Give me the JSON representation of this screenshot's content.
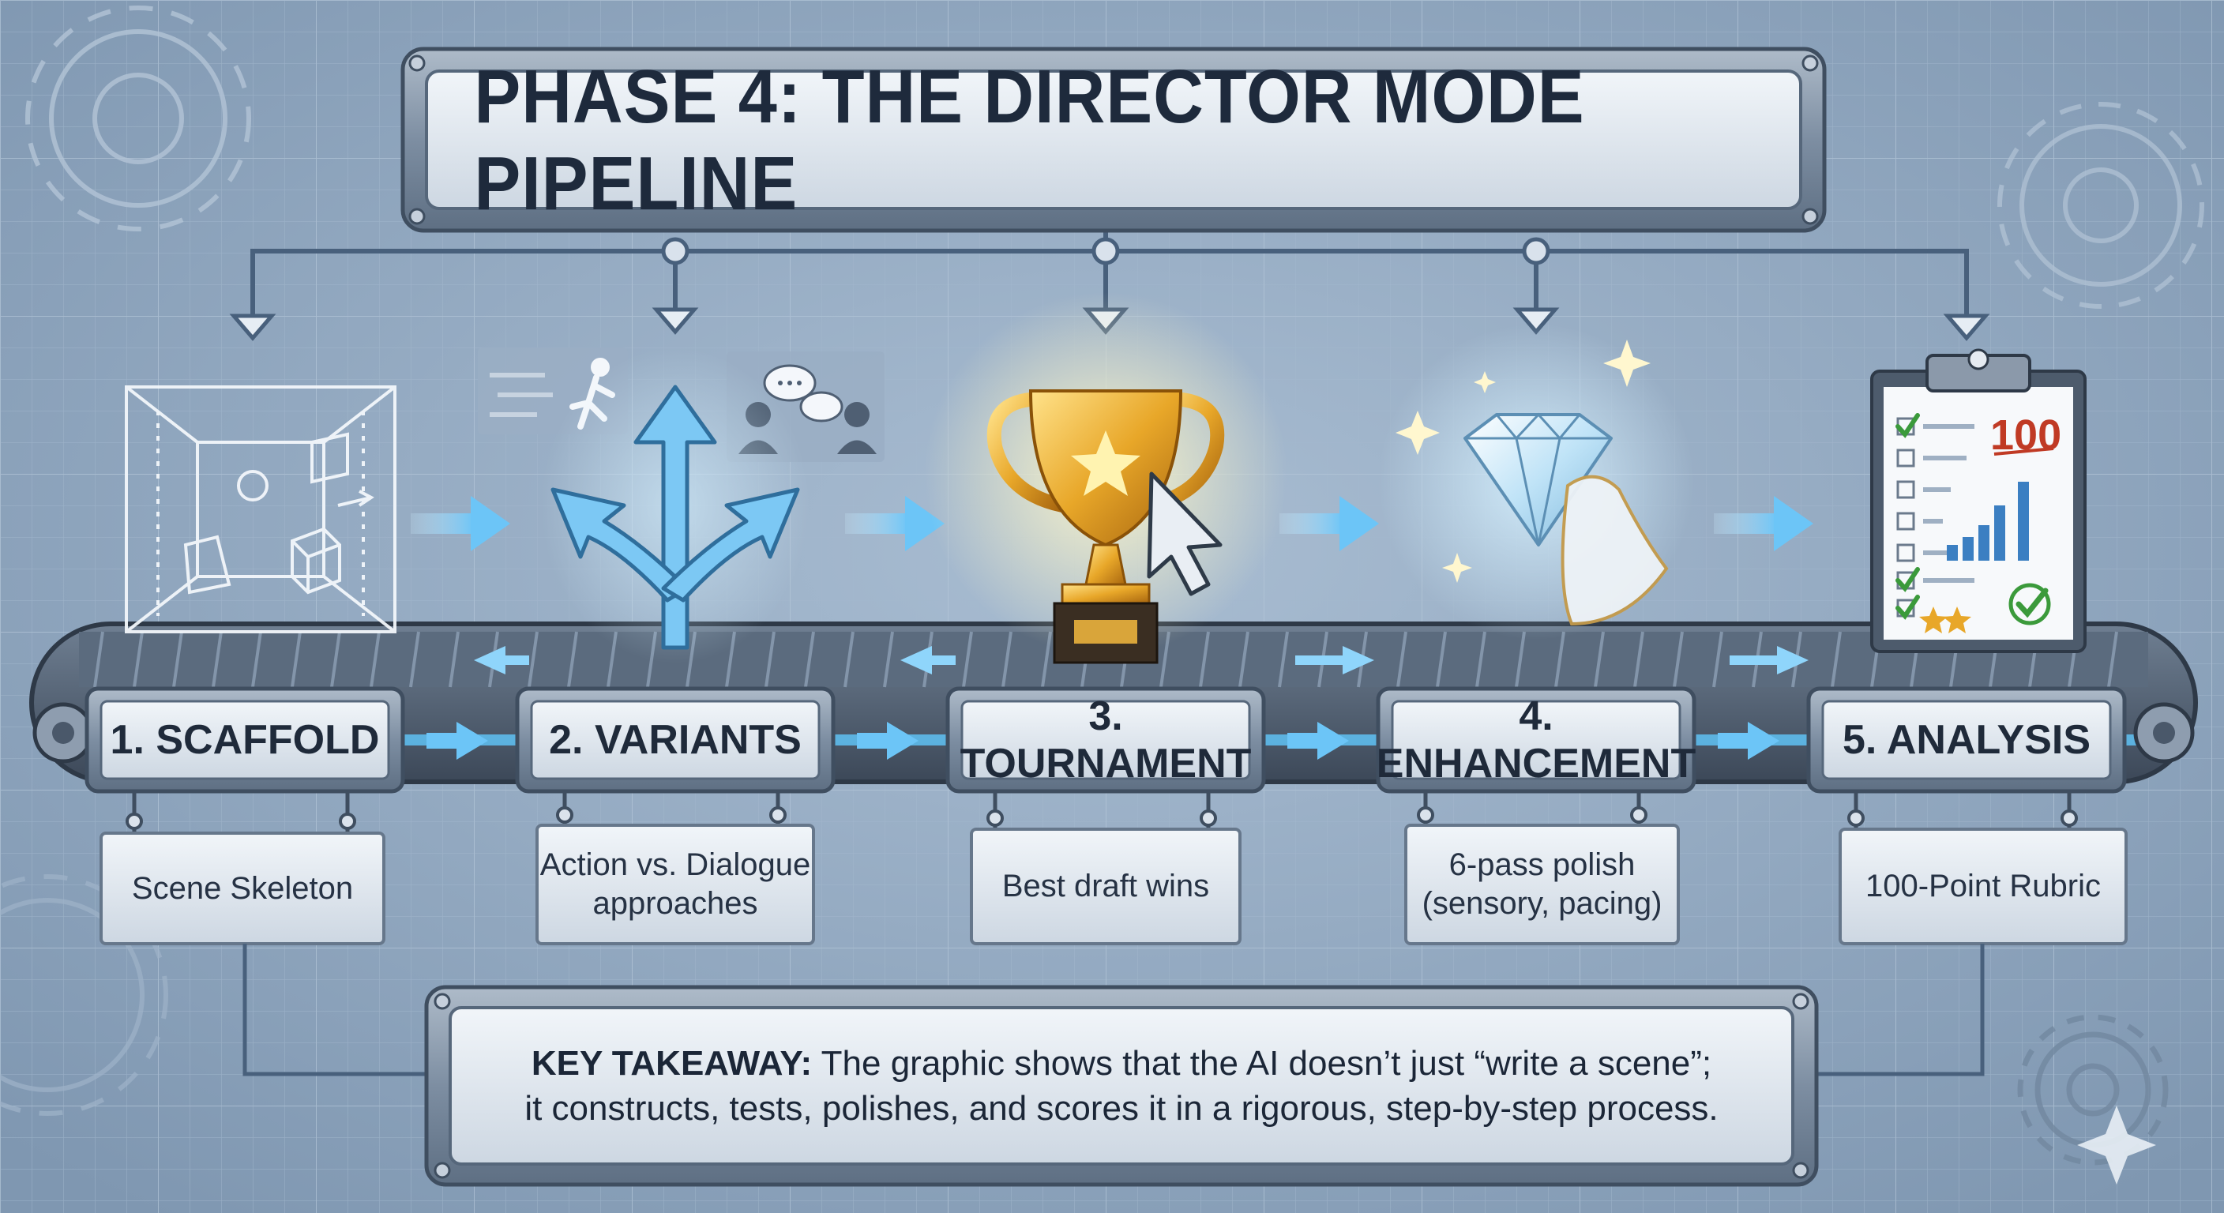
{
  "title": "PHASE 4: THE DIRECTOR MODE PIPELINE",
  "stages": [
    {
      "label": "1. SCAFFOLD",
      "description": [
        "Scene Skeleton"
      ],
      "icon": "wireframe-room-icon"
    },
    {
      "label": "2. VARIANTS",
      "description": [
        "Action vs. Dialogue",
        "approaches"
      ],
      "icon": "branching-arrows-icon"
    },
    {
      "label": "3. TOURNAMENT",
      "description": [
        "Best draft wins"
      ],
      "icon": "trophy-icon"
    },
    {
      "label": "4. ENHANCEMENT",
      "description": [
        "6-pass polish",
        "(sensory, pacing)"
      ],
      "icon": "diamond-icon"
    },
    {
      "label": "5. ANALYSIS",
      "description": [
        "100-Point Rubric"
      ],
      "icon": "clipboard-icon"
    }
  ],
  "clipboard_score": "100",
  "takeaway": {
    "label": "KEY TAKEAWAY:",
    "line1": " The graphic shows that the AI doesn’t just “write a scene”;",
    "line2": "it constructs, tests, polishes, and scores it in a rigorous, step-by-step process."
  },
  "colors": {
    "background": "#8fa7c0",
    "grid": "#a9bdd2",
    "plate": "#dde5ee",
    "metal": "#7c8da1",
    "arrow_glow": "#59b6f0",
    "text": "#1f2a3a",
    "gold": "#e8a729",
    "score_red": "#c03a24",
    "check_green": "#3b9a3b"
  }
}
